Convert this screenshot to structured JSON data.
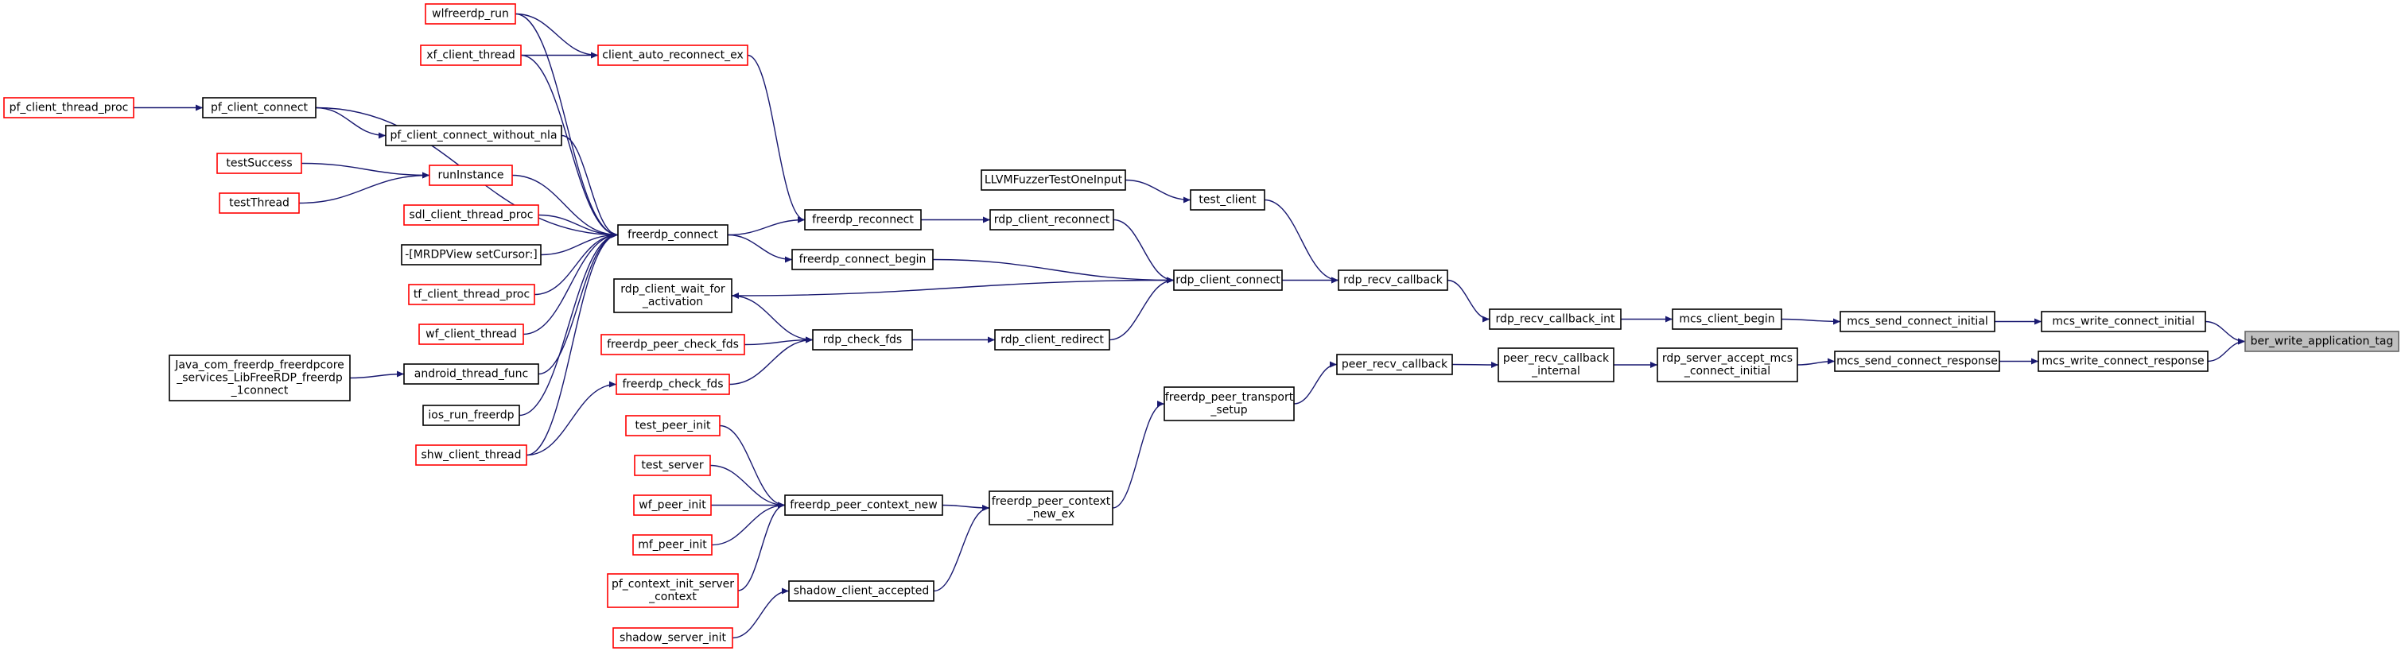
{
  "graph": {
    "root": "ber_write_application_tag",
    "colors": {
      "edge": "#191970",
      "node_border": "#000000",
      "truncated_node_border": "#ff0000",
      "root_fill": "#bfbfbf"
    },
    "nodes": [
      {
        "id": "ber_write_application_tag",
        "lines": [
          "ber_write_application_tag"
        ],
        "style": "root"
      },
      {
        "id": "mcs_write_connect_initial",
        "lines": [
          "mcs_write_connect_initial"
        ],
        "style": "plain"
      },
      {
        "id": "mcs_write_connect_response",
        "lines": [
          "mcs_write_connect_response"
        ],
        "style": "plain"
      },
      {
        "id": "mcs_send_connect_initial",
        "lines": [
          "mcs_send_connect_initial"
        ],
        "style": "plain"
      },
      {
        "id": "mcs_send_connect_response",
        "lines": [
          "mcs_send_connect_response"
        ],
        "style": "plain"
      },
      {
        "id": "mcs_client_begin",
        "lines": [
          "mcs_client_begin"
        ],
        "style": "plain"
      },
      {
        "id": "rdp_server_accept_mcs_connect_initial",
        "lines": [
          "rdp_server_accept_mcs",
          "_connect_initial"
        ],
        "style": "plain"
      },
      {
        "id": "rdp_recv_callback_int",
        "lines": [
          "rdp_recv_callback_int"
        ],
        "style": "plain"
      },
      {
        "id": "peer_recv_callback_internal",
        "lines": [
          "peer_recv_callback",
          "_internal"
        ],
        "style": "plain"
      },
      {
        "id": "rdp_recv_callback",
        "lines": [
          "rdp_recv_callback"
        ],
        "style": "plain"
      },
      {
        "id": "peer_recv_callback",
        "lines": [
          "peer_recv_callback"
        ],
        "style": "plain"
      },
      {
        "id": "test_client",
        "lines": [
          "test_client"
        ],
        "style": "plain"
      },
      {
        "id": "rdp_client_connect",
        "lines": [
          "rdp_client_connect"
        ],
        "style": "plain"
      },
      {
        "id": "freerdp_peer_transport_setup",
        "lines": [
          "freerdp_peer_transport",
          "_setup"
        ],
        "style": "plain"
      },
      {
        "id": "LLVMFuzzerTestOneInput",
        "lines": [
          "LLVMFuzzerTestOneInput"
        ],
        "style": "plain"
      },
      {
        "id": "rdp_client_reconnect",
        "lines": [
          "rdp_client_reconnect"
        ],
        "style": "plain"
      },
      {
        "id": "rdp_client_redirect",
        "lines": [
          "rdp_client_redirect"
        ],
        "style": "plain"
      },
      {
        "id": "freerdp_peer_context_new_ex",
        "lines": [
          "freerdp_peer_context",
          "_new_ex"
        ],
        "style": "plain"
      },
      {
        "id": "freerdp_reconnect",
        "lines": [
          "freerdp_reconnect"
        ],
        "style": "plain"
      },
      {
        "id": "freerdp_connect_begin",
        "lines": [
          "freerdp_connect_begin"
        ],
        "style": "plain"
      },
      {
        "id": "rdp_check_fds",
        "lines": [
          "rdp_check_fds"
        ],
        "style": "plain"
      },
      {
        "id": "freerdp_peer_context_new",
        "lines": [
          "freerdp_peer_context_new"
        ],
        "style": "plain"
      },
      {
        "id": "shadow_client_accepted",
        "lines": [
          "shadow_client_accepted"
        ],
        "style": "plain"
      },
      {
        "id": "client_auto_reconnect_ex",
        "lines": [
          "client_auto_reconnect_ex"
        ],
        "style": "red"
      },
      {
        "id": "freerdp_connect",
        "lines": [
          "freerdp_connect"
        ],
        "style": "plain"
      },
      {
        "id": "rdp_client_wait_for_activation",
        "lines": [
          "rdp_client_wait_for",
          "_activation"
        ],
        "style": "plain"
      },
      {
        "id": "freerdp_peer_check_fds",
        "lines": [
          "freerdp_peer_check_fds"
        ],
        "style": "red"
      },
      {
        "id": "freerdp_check_fds",
        "lines": [
          "freerdp_check_fds"
        ],
        "style": "red"
      },
      {
        "id": "test_peer_init",
        "lines": [
          "test_peer_init"
        ],
        "style": "red"
      },
      {
        "id": "test_server",
        "lines": [
          "test_server"
        ],
        "style": "red"
      },
      {
        "id": "wf_peer_init",
        "lines": [
          "wf_peer_init"
        ],
        "style": "red"
      },
      {
        "id": "mf_peer_init",
        "lines": [
          "mf_peer_init"
        ],
        "style": "red"
      },
      {
        "id": "pf_context_init_server_context",
        "lines": [
          "pf_context_init_server",
          "_context"
        ],
        "style": "red"
      },
      {
        "id": "shadow_server_init",
        "lines": [
          "shadow_server_init"
        ],
        "style": "red"
      },
      {
        "id": "wlfreerdp_run",
        "lines": [
          "wlfreerdp_run"
        ],
        "style": "red"
      },
      {
        "id": "xf_client_thread",
        "lines": [
          "xf_client_thread"
        ],
        "style": "red"
      },
      {
        "id": "pf_client_connect",
        "lines": [
          "pf_client_connect"
        ],
        "style": "plain"
      },
      {
        "id": "pf_client_connect_without_nla",
        "lines": [
          "pf_client_connect_without_nla"
        ],
        "style": "plain"
      },
      {
        "id": "runInstance",
        "lines": [
          "runInstance"
        ],
        "style": "red"
      },
      {
        "id": "sdl_client_thread_proc",
        "lines": [
          "sdl_client_thread_proc"
        ],
        "style": "red"
      },
      {
        "id": "MRDPView_setCursor",
        "lines": [
          "-[MRDPView setCursor:]"
        ],
        "style": "plain"
      },
      {
        "id": "tf_client_thread_proc",
        "lines": [
          "tf_client_thread_proc"
        ],
        "style": "red"
      },
      {
        "id": "wf_client_thread",
        "lines": [
          "wf_client_thread"
        ],
        "style": "red"
      },
      {
        "id": "android_thread_func",
        "lines": [
          "android_thread_func"
        ],
        "style": "plain"
      },
      {
        "id": "ios_run_freerdp",
        "lines": [
          "ios_run_freerdp"
        ],
        "style": "plain"
      },
      {
        "id": "shw_client_thread",
        "lines": [
          "shw_client_thread"
        ],
        "style": "red"
      },
      {
        "id": "pf_client_thread_proc",
        "lines": [
          "pf_client_thread_proc"
        ],
        "style": "red"
      },
      {
        "id": "testSuccess",
        "lines": [
          "testSuccess"
        ],
        "style": "red"
      },
      {
        "id": "testThread",
        "lines": [
          "testThread"
        ],
        "style": "red"
      },
      {
        "id": "Java_com_freerdp",
        "lines": [
          "Java_com_freerdp_freerdpcore",
          "_services_LibFreeRDP_freerdp",
          "_1connect"
        ],
        "style": "plain"
      }
    ],
    "edges": [
      {
        "from": "mcs_write_connect_initial",
        "to": "ber_write_application_tag"
      },
      {
        "from": "mcs_write_connect_response",
        "to": "ber_write_application_tag"
      },
      {
        "from": "mcs_send_connect_initial",
        "to": "mcs_write_connect_initial"
      },
      {
        "from": "mcs_send_connect_response",
        "to": "mcs_write_connect_response"
      },
      {
        "from": "mcs_client_begin",
        "to": "mcs_send_connect_initial"
      },
      {
        "from": "rdp_server_accept_mcs_connect_initial",
        "to": "mcs_send_connect_response"
      },
      {
        "from": "rdp_recv_callback_int",
        "to": "mcs_client_begin"
      },
      {
        "from": "peer_recv_callback_internal",
        "to": "rdp_server_accept_mcs_connect_initial"
      },
      {
        "from": "rdp_recv_callback",
        "to": "rdp_recv_callback_int"
      },
      {
        "from": "peer_recv_callback",
        "to": "peer_recv_callback_internal"
      },
      {
        "from": "test_client",
        "to": "rdp_recv_callback"
      },
      {
        "from": "rdp_client_connect",
        "to": "rdp_recv_callback"
      },
      {
        "from": "freerdp_peer_transport_setup",
        "to": "peer_recv_callback"
      },
      {
        "from": "LLVMFuzzerTestOneInput",
        "to": "test_client"
      },
      {
        "from": "rdp_client_reconnect",
        "to": "rdp_client_connect"
      },
      {
        "from": "freerdp_connect_begin",
        "to": "rdp_client_connect"
      },
      {
        "from": "rdp_client_redirect",
        "to": "rdp_client_connect"
      },
      {
        "from": "rdp_client_connect",
        "to": "rdp_client_wait_for_activation"
      },
      {
        "from": "freerdp_peer_context_new_ex",
        "to": "freerdp_peer_transport_setup"
      },
      {
        "from": "freerdp_reconnect",
        "to": "rdp_client_reconnect"
      },
      {
        "from": "rdp_check_fds",
        "to": "rdp_client_redirect"
      },
      {
        "from": "freerdp_peer_context_new",
        "to": "freerdp_peer_context_new_ex"
      },
      {
        "from": "shadow_client_accepted",
        "to": "freerdp_peer_context_new_ex"
      },
      {
        "from": "client_auto_reconnect_ex",
        "to": "freerdp_reconnect"
      },
      {
        "from": "freerdp_connect",
        "to": "freerdp_reconnect"
      },
      {
        "from": "freerdp_connect",
        "to": "freerdp_connect_begin"
      },
      {
        "from": "rdp_client_wait_for_activation",
        "to": "rdp_check_fds"
      },
      {
        "from": "freerdp_peer_check_fds",
        "to": "rdp_check_fds"
      },
      {
        "from": "freerdp_check_fds",
        "to": "rdp_check_fds"
      },
      {
        "from": "test_peer_init",
        "to": "freerdp_peer_context_new"
      },
      {
        "from": "test_server",
        "to": "freerdp_peer_context_new"
      },
      {
        "from": "wf_peer_init",
        "to": "freerdp_peer_context_new"
      },
      {
        "from": "mf_peer_init",
        "to": "freerdp_peer_context_new"
      },
      {
        "from": "pf_context_init_server_context",
        "to": "freerdp_peer_context_new"
      },
      {
        "from": "shadow_server_init",
        "to": "shadow_client_accepted"
      },
      {
        "from": "wlfreerdp_run",
        "to": "client_auto_reconnect_ex"
      },
      {
        "from": "xf_client_thread",
        "to": "client_auto_reconnect_ex"
      },
      {
        "from": "wlfreerdp_run",
        "to": "freerdp_connect"
      },
      {
        "from": "xf_client_thread",
        "to": "freerdp_connect"
      },
      {
        "from": "pf_client_connect",
        "to": "freerdp_connect"
      },
      {
        "from": "pf_client_connect_without_nla",
        "to": "freerdp_connect"
      },
      {
        "from": "runInstance",
        "to": "freerdp_connect"
      },
      {
        "from": "sdl_client_thread_proc",
        "to": "freerdp_connect"
      },
      {
        "from": "MRDPView_setCursor",
        "to": "freerdp_connect"
      },
      {
        "from": "tf_client_thread_proc",
        "to": "freerdp_connect"
      },
      {
        "from": "wf_client_thread",
        "to": "freerdp_connect"
      },
      {
        "from": "android_thread_func",
        "to": "freerdp_connect"
      },
      {
        "from": "ios_run_freerdp",
        "to": "freerdp_connect"
      },
      {
        "from": "shw_client_thread",
        "to": "freerdp_connect"
      },
      {
        "from": "shw_client_thread",
        "to": "freerdp_check_fds"
      },
      {
        "from": "pf_client_thread_proc",
        "to": "pf_client_connect"
      },
      {
        "from": "pf_client_connect",
        "to": "pf_client_connect_without_nla"
      },
      {
        "from": "testSuccess",
        "to": "runInstance"
      },
      {
        "from": "testThread",
        "to": "runInstance"
      },
      {
        "from": "Java_com_freerdp",
        "to": "android_thread_func"
      }
    ]
  }
}
